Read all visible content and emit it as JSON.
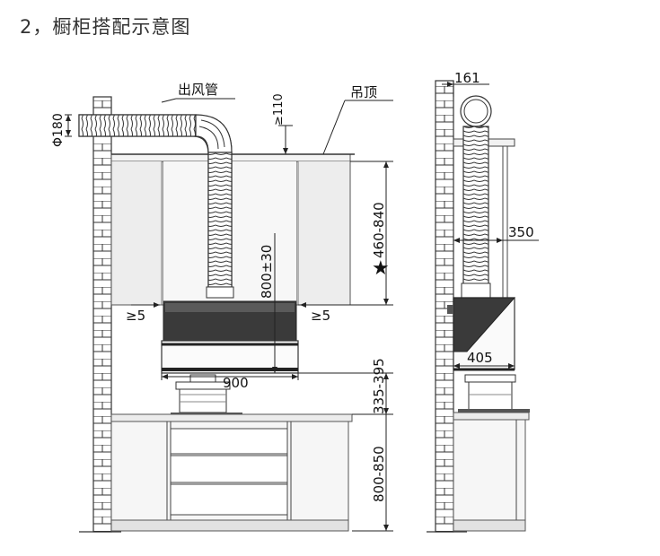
{
  "title": "2，橱柜搭配示意图",
  "labels": {
    "duct": "出风管",
    "ceiling": "吊顶",
    "dia_duct": "Φ180",
    "gap_top": "≥110",
    "hood_height": "460-840",
    "star_mark": "★",
    "install_height": "800±30",
    "margin_left": "≥5",
    "margin_right": "≥5",
    "hood_width": "900",
    "stove_gap": "335-395",
    "counter_height": "800-850",
    "side_top": "161",
    "side_duct": "350",
    "side_depth": "405"
  }
}
